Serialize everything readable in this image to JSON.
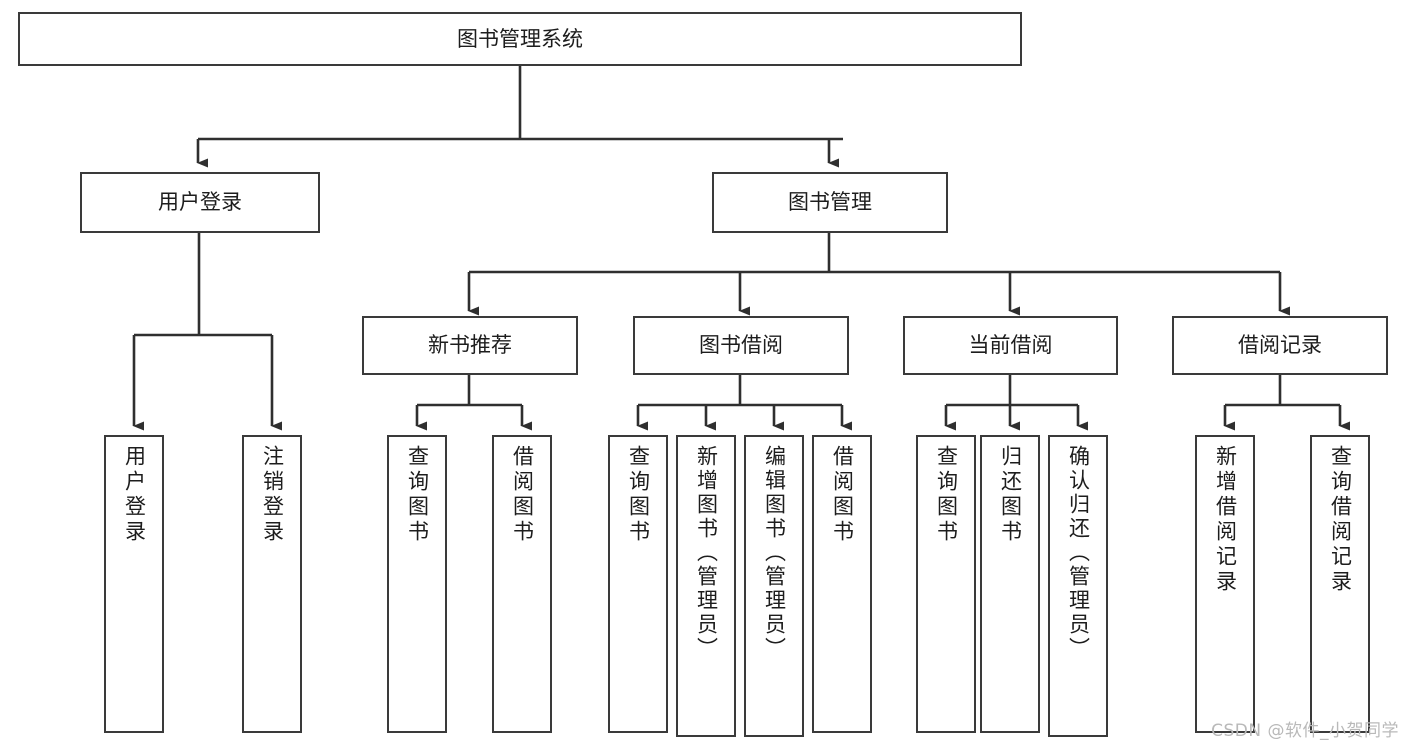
{
  "diagram": {
    "type": "tree",
    "title": "图书管理系统",
    "watermark": "CSDN @软件_小贺同学",
    "colors": {
      "box_border": "#3a3a3a",
      "box_fill": "#ffffff",
      "connector": "#2f2f2f",
      "text": "#1d1d1d",
      "watermark": "#b9b9b9",
      "background": "#ffffff"
    },
    "nodes": {
      "root": "图书管理系统",
      "level2": [
        "用户登录",
        "图书管理"
      ],
      "level3": [
        "新书推荐",
        "图书借阅",
        "当前借阅",
        "借阅记录"
      ],
      "leaves": {
        "user_login": [
          "用户登录",
          "注销登录"
        ],
        "new_book_recommend": [
          "查询图书",
          "借阅图书"
        ],
        "book_borrow": [
          "查询图书",
          "新增图书（管理员）",
          "编辑图书（管理员）",
          "借阅图书"
        ],
        "current_borrow": [
          "查询图书",
          "归还图书",
          "确认归还（管理员）"
        ],
        "borrow_record": [
          "新增借阅记录",
          "查询借阅记录"
        ]
      }
    }
  }
}
